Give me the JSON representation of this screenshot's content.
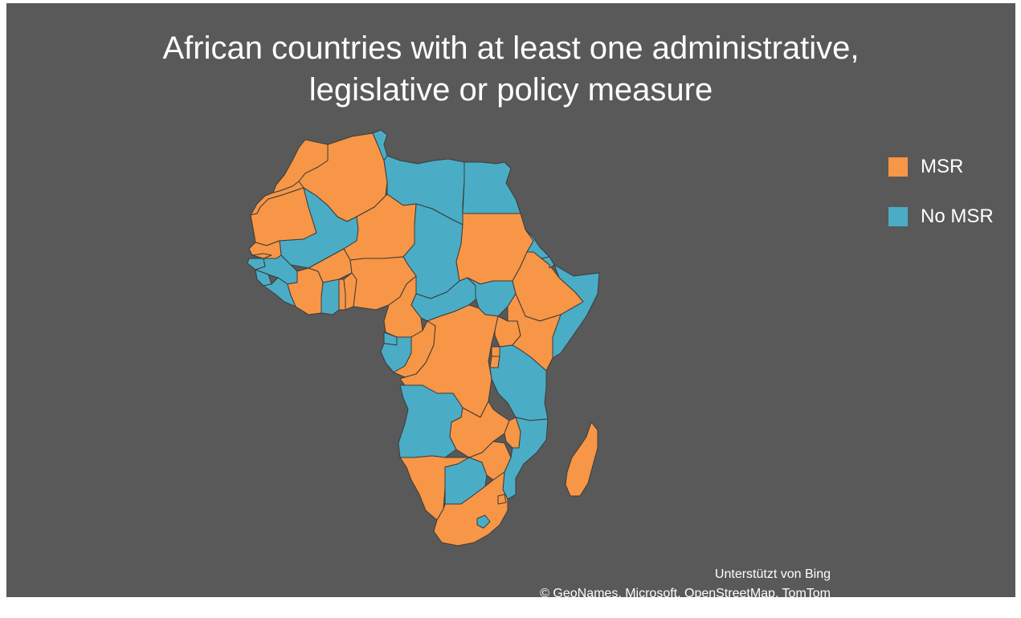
{
  "title": {
    "line1": "African countries with at least one administrative,",
    "line2": "legislative or policy measure"
  },
  "legend": [
    {
      "label": "MSR",
      "color": "#f79646"
    },
    {
      "label": "No MSR",
      "color": "#4bacc6"
    }
  ],
  "credits": {
    "line1": "Unterstützt von Bing",
    "line2": "© GeoNames, Microsoft, OpenStreetMap, TomTom"
  },
  "colors": {
    "background": "#595959",
    "msr": "#f79646",
    "no_msr": "#4bacc6",
    "border": "#3b3b3b"
  },
  "map_data": {
    "type": "choropleth",
    "region": "Africa",
    "categories": [
      "MSR",
      "No MSR"
    ],
    "countries": [
      {
        "name": "Morocco",
        "category": "MSR"
      },
      {
        "name": "Algeria",
        "category": "MSR"
      },
      {
        "name": "Tunisia",
        "category": "No MSR"
      },
      {
        "name": "Libya",
        "category": "No MSR"
      },
      {
        "name": "Egypt",
        "category": "No MSR"
      },
      {
        "name": "Western Sahara",
        "category": "MSR"
      },
      {
        "name": "Mauritania",
        "category": "MSR"
      },
      {
        "name": "Mali",
        "category": "No MSR"
      },
      {
        "name": "Niger",
        "category": "MSR"
      },
      {
        "name": "Chad",
        "category": "No MSR"
      },
      {
        "name": "Sudan",
        "category": "MSR"
      },
      {
        "name": "Eritrea",
        "category": "No MSR"
      },
      {
        "name": "Senegal",
        "category": "MSR"
      },
      {
        "name": "Gambia",
        "category": "MSR"
      },
      {
        "name": "Guinea-Bissau",
        "category": "No MSR"
      },
      {
        "name": "Guinea",
        "category": "No MSR"
      },
      {
        "name": "Sierra Leone",
        "category": "No MSR"
      },
      {
        "name": "Liberia",
        "category": "No MSR"
      },
      {
        "name": "Côte d'Ivoire",
        "category": "MSR"
      },
      {
        "name": "Burkina Faso",
        "category": "MSR"
      },
      {
        "name": "Ghana",
        "category": "No MSR"
      },
      {
        "name": "Togo",
        "category": "MSR"
      },
      {
        "name": "Benin",
        "category": "MSR"
      },
      {
        "name": "Nigeria",
        "category": "MSR"
      },
      {
        "name": "Cameroon",
        "category": "MSR"
      },
      {
        "name": "Central African Republic",
        "category": "No MSR"
      },
      {
        "name": "South Sudan",
        "category": "No MSR"
      },
      {
        "name": "Ethiopia",
        "category": "MSR"
      },
      {
        "name": "Djibouti",
        "category": "No MSR"
      },
      {
        "name": "Somalia",
        "category": "No MSR"
      },
      {
        "name": "Equatorial Guinea",
        "category": "No MSR"
      },
      {
        "name": "Gabon",
        "category": "No MSR"
      },
      {
        "name": "Republic of the Congo",
        "category": "MSR"
      },
      {
        "name": "DR Congo",
        "category": "MSR"
      },
      {
        "name": "Uganda",
        "category": "MSR"
      },
      {
        "name": "Kenya",
        "category": "MSR"
      },
      {
        "name": "Rwanda",
        "category": "MSR"
      },
      {
        "name": "Burundi",
        "category": "MSR"
      },
      {
        "name": "Tanzania",
        "category": "No MSR"
      },
      {
        "name": "Angola",
        "category": "No MSR"
      },
      {
        "name": "Zambia",
        "category": "MSR"
      },
      {
        "name": "Malawi",
        "category": "MSR"
      },
      {
        "name": "Mozambique",
        "category": "No MSR"
      },
      {
        "name": "Namibia",
        "category": "MSR"
      },
      {
        "name": "Botswana",
        "category": "No MSR"
      },
      {
        "name": "Zimbabwe",
        "category": "MSR"
      },
      {
        "name": "South Africa",
        "category": "MSR"
      },
      {
        "name": "Lesotho",
        "category": "No MSR"
      },
      {
        "name": "Eswatini",
        "category": "MSR"
      },
      {
        "name": "Madagascar",
        "category": "MSR"
      }
    ]
  }
}
